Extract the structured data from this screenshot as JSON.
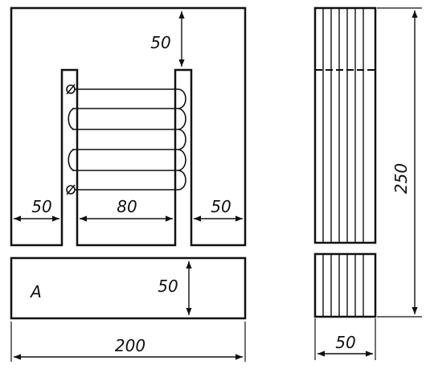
{
  "labels": {
    "dim_top_window": "50",
    "dim_left_leg": "50",
    "dim_window_width": "80",
    "dim_right_leg": "50",
    "dim_yoke_height": "50",
    "dim_total_width": "200",
    "dim_stack_height": "250",
    "dim_stack_width": "50",
    "part_letter": "A"
  }
}
